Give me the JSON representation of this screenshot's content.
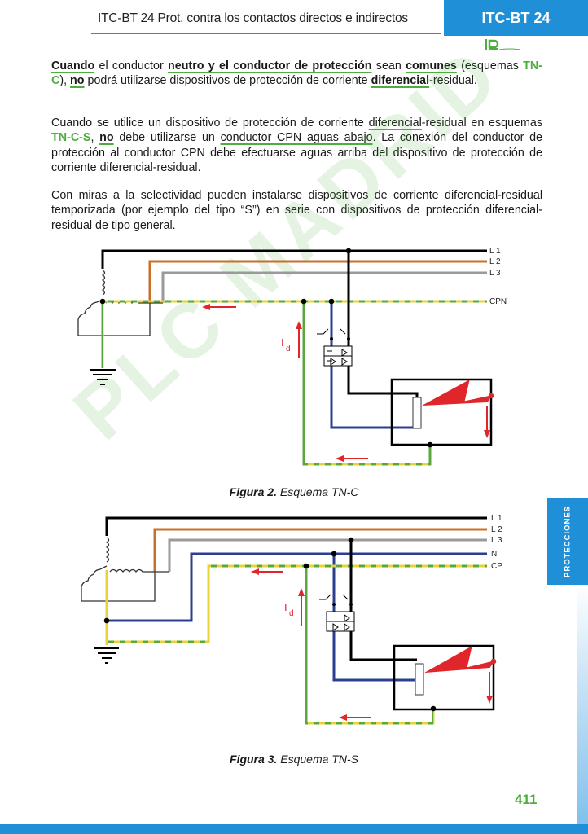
{
  "header": {
    "title": "ITC-BT 24 Prot. contra los contactos directos e indirectos",
    "tab": "ITC-BT 24"
  },
  "paragraphs": {
    "p1": {
      "a": "Cuando",
      "b": " el conductor ",
      "c": "neutro y el conductor de protección",
      "d": " sean ",
      "e": "comunes",
      "f": " (esquemas ",
      "g": "TN-C",
      "h": "), ",
      "i": "no",
      "j": " podrá utilizarse dispositivos de protección de corriente ",
      "k": "diferencial",
      "l": "-residual."
    },
    "p2": {
      "a": "Cuando se utilice un dispositivo de protección de corriente ",
      "b": "diferencial",
      "c": "-residual en esquemas ",
      "d": "TN-C-S",
      "e": ", ",
      "f": "no",
      "g": " debe utilizarse un ",
      "h": "conductor CPN aguas abajo",
      "i": ". La conexión del conductor de protección al conductor CPN debe efectuarse aguas arriba del dispositivo de protección de corriente diferencial-residual."
    },
    "p3": "Con miras a la selectividad pueden instalarse dispositivos de corriente diferencial-residual temporizada (por ejemplo del tipo “S”) en serie con dispositivos de protección diferencial-residual de tipo general."
  },
  "figure2": {
    "labels": {
      "l1": "L 1",
      "l2": "L 2",
      "l3": "L 3",
      "cpn": "CPN",
      "id": "I",
      "id_sub": "d"
    },
    "caption_bold": "Figura 2.",
    "caption_text": " Esquema TN-C"
  },
  "figure3": {
    "labels": {
      "l1": "L 1",
      "l2": "L 2",
      "l3": "L 3",
      "n": "N",
      "cp": "CP",
      "id": "I",
      "id_sub": "d"
    },
    "caption_bold": "Figura 3.",
    "caption_text": " Esquema TN-S"
  },
  "side_tab": "PROTECCIONES",
  "watermark": "PLC MADRID",
  "page_number": "411",
  "colors": {
    "accent": "#1f8fd8",
    "green": "#4cae3c",
    "phase_l1": "#000000",
    "phase_l2": "#c8702a",
    "phase_l3": "#9a9a9a",
    "neutral": "#2b3f8f",
    "earth_green": "#5aa83c",
    "earth_yellow": "#e8d23a",
    "fault": "#e0262a"
  }
}
